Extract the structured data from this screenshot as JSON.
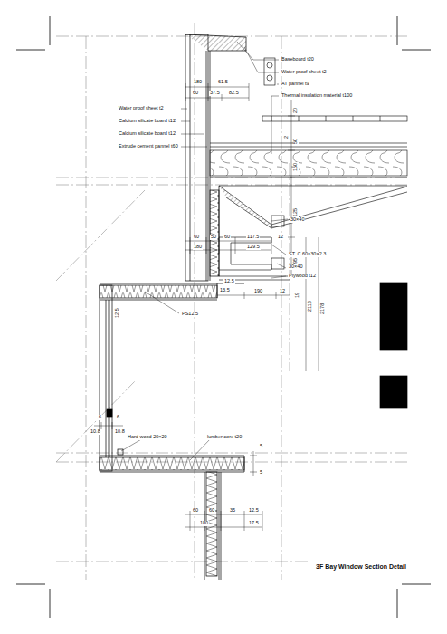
{
  "diagram": {
    "caption": "3F Bay Window Section Detail",
    "labels": [
      "Baseboard t20",
      "Water proof sheet t2",
      "AT pannel t9",
      "Thermal insulation material t100",
      "Water proof sheet t2",
      "Calcium silicate board t12",
      "Calcium silicate board t12",
      "Extrude cement pannel t60",
      "180",
      "61.5",
      "60",
      "37.5",
      "82.5",
      "20",
      "50",
      "2",
      "150",
      "125",
      "195",
      "30×40",
      "60",
      "50",
      "60",
      "117.5",
      "12",
      "180",
      "129.5",
      "ST. C 60×30×2.3",
      "30×40",
      "Plywood t12",
      "12.5",
      "13.5",
      "190",
      "12",
      "2113",
      "2178",
      "19",
      "12.5",
      "PS12.5",
      "6",
      "6",
      "10.8",
      "10.8",
      "Hard wood 20×20",
      "lumber core t20",
      "5",
      "5",
      "60",
      "60",
      "35",
      "12.5",
      "180",
      "17.5"
    ]
  }
}
